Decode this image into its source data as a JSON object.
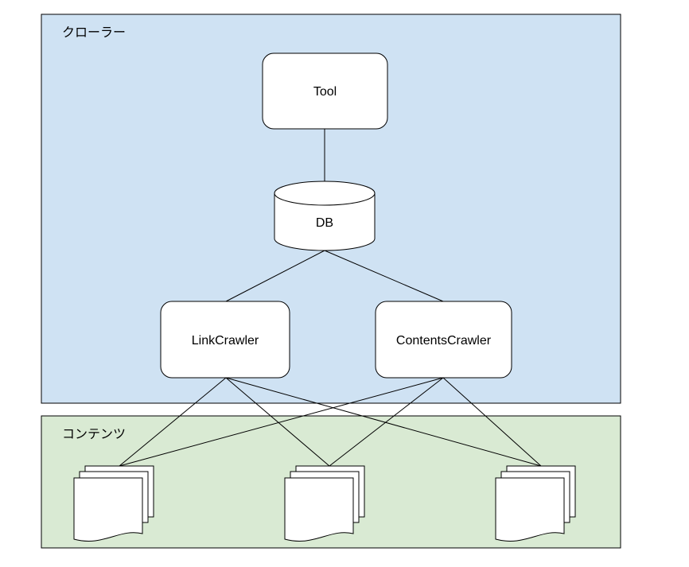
{
  "containers": {
    "crawler": {
      "label": "クローラー",
      "fill": "#cfe2f3"
    },
    "contents": {
      "label": "コンテンツ",
      "fill": "#d9ead3"
    }
  },
  "nodes": {
    "tool": "Tool",
    "db": "DB",
    "link_crawler": "LinkCrawler",
    "contents_crawler": "ContentsCrawler"
  },
  "documents": [
    "document-1",
    "document-2",
    "document-3"
  ],
  "edges": [
    [
      "Tool",
      "DB"
    ],
    [
      "DB",
      "LinkCrawler"
    ],
    [
      "DB",
      "ContentsCrawler"
    ],
    [
      "LinkCrawler",
      "document-1"
    ],
    [
      "LinkCrawler",
      "document-2"
    ],
    [
      "LinkCrawler",
      "document-3"
    ],
    [
      "ContentsCrawler",
      "document-1"
    ],
    [
      "ContentsCrawler",
      "document-2"
    ],
    [
      "ContentsCrawler",
      "document-3"
    ]
  ]
}
